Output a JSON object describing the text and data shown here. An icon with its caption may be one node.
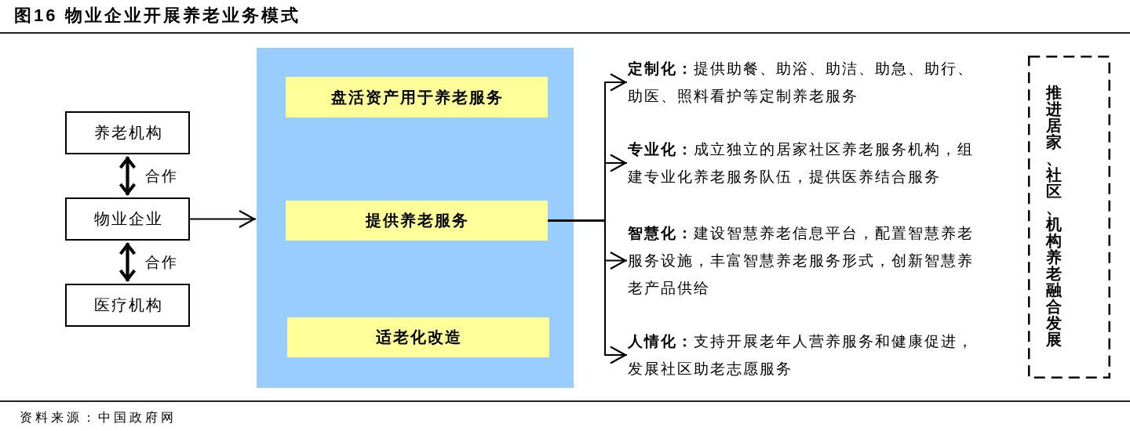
{
  "diagram": {
    "title": "图16 物业企业开展养老业务模式",
    "nodes": [
      {
        "text": [
          "养老机构"
        ]
      },
      {
        "text": [
          "物业企业"
        ]
      },
      {
        "text": [
          "医疗机构"
        ]
      },
      {
        "text": [],
        "shape": "box"
      },
      {
        "text": [
          "盘活资产用于养老服务"
        ],
        "in": 3
      },
      {
        "text": [
          "提供养老服务"
        ],
        "in": 3
      },
      {
        "text": [
          "适老化改造"
        ],
        "in": 3
      },
      {
        "text": [
          "**定制化：**提供助餐、助浴、助洁、助急、助行、助医、照料看护等定制养老服务"
        ]
      },
      {
        "text": [
          "**专业化：**成立独立的居家社区养老服务机构，组建专业化养老服务队伍，提供医养结合服务"
        ]
      },
      {
        "text": [
          "**智慧化：**建设智慧养老信息平台，配置智慧养老服务设施，丰富智慧养老服务形式，创新智慧养老产品供给"
        ]
      },
      {
        "text": [
          "**人情化：**支持开展老年人营养服务和健康促进，发展社区助老志愿服务"
        ]
      },
      {
        "text": [
          "推进居家、社区、机构养老融合发展"
        ]
      }
    ],
    "edges": [
      {
        "from": 0,
        "to": 1,
        "arrow": "both",
        "label": "合作",
        "style": "thick"
      },
      {
        "from": 1,
        "to": 2,
        "arrow": "both",
        "label": "合作",
        "style": "thick"
      },
      {
        "from": 1,
        "to": 3,
        "arrow": "to"
      },
      {
        "from": 5,
        "to": 7,
        "arrow": "to"
      },
      {
        "from": 5,
        "to": 8,
        "arrow": "to"
      },
      {
        "from": 5,
        "to": 9,
        "arrow": "to"
      },
      {
        "from": 5,
        "to": 10,
        "arrow": "to"
      }
    ],
    "caption": "资料来源：中国政府网"
  }
}
